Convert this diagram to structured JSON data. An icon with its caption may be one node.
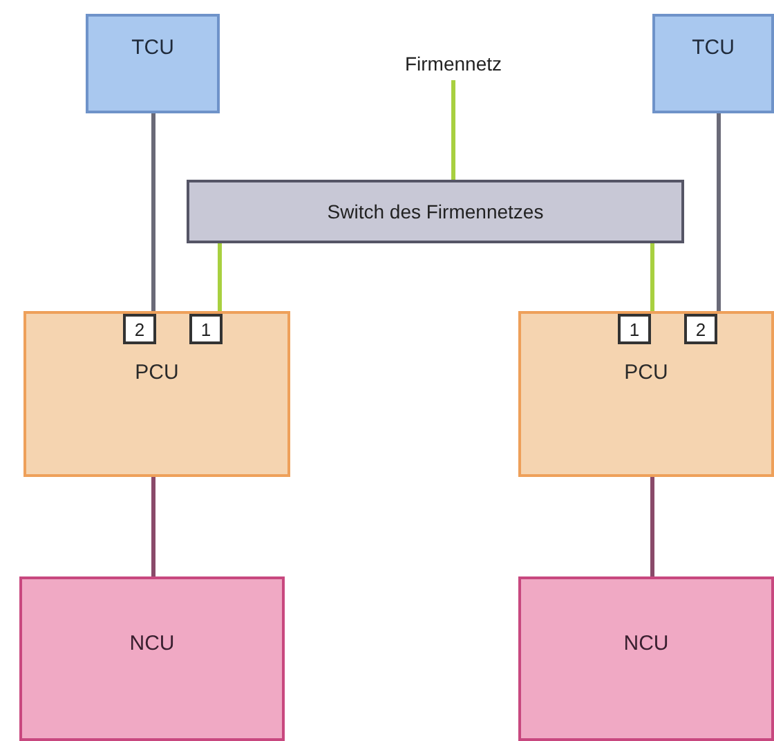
{
  "diagram": {
    "nodes": [
      {
        "text": [
          "TCU"
        ]
      },
      {
        "text": [
          "Firmennetz"
        ]
      },
      {
        "text": [
          "TCU"
        ]
      },
      {
        "text": [
          "Switch des Firmennetzes"
        ]
      },
      {
        "text": [
          "PCU"
        ]
      },
      {
        "text": [
          "2"
        ],
        "in": 4
      },
      {
        "text": [
          "1"
        ],
        "in": 4
      },
      {
        "text": [
          "PCU"
        ]
      },
      {
        "text": [
          "1"
        ],
        "in": 7
      },
      {
        "text": [
          "2"
        ],
        "in": 7
      },
      {
        "text": [
          "NCU"
        ]
      },
      {
        "text": [
          "NCU"
        ]
      }
    ],
    "edges": [
      {
        "from": 1,
        "to": 3,
        "arrow": "none",
        "color": "#a8d040"
      },
      {
        "from": 0,
        "to": 5,
        "arrow": "none",
        "color": "#6a6a78"
      },
      {
        "from": 3,
        "to": 6,
        "arrow": "none",
        "color": "#a8d040"
      },
      {
        "from": 3,
        "to": 8,
        "arrow": "none",
        "color": "#a8d040"
      },
      {
        "from": 2,
        "to": 9,
        "arrow": "none",
        "color": "#6a6a78"
      },
      {
        "from": 4,
        "to": 10,
        "arrow": "none",
        "color": "#8a4a6a"
      },
      {
        "from": 7,
        "to": 11,
        "arrow": "none",
        "color": "#8a4a6a"
      }
    ]
  }
}
